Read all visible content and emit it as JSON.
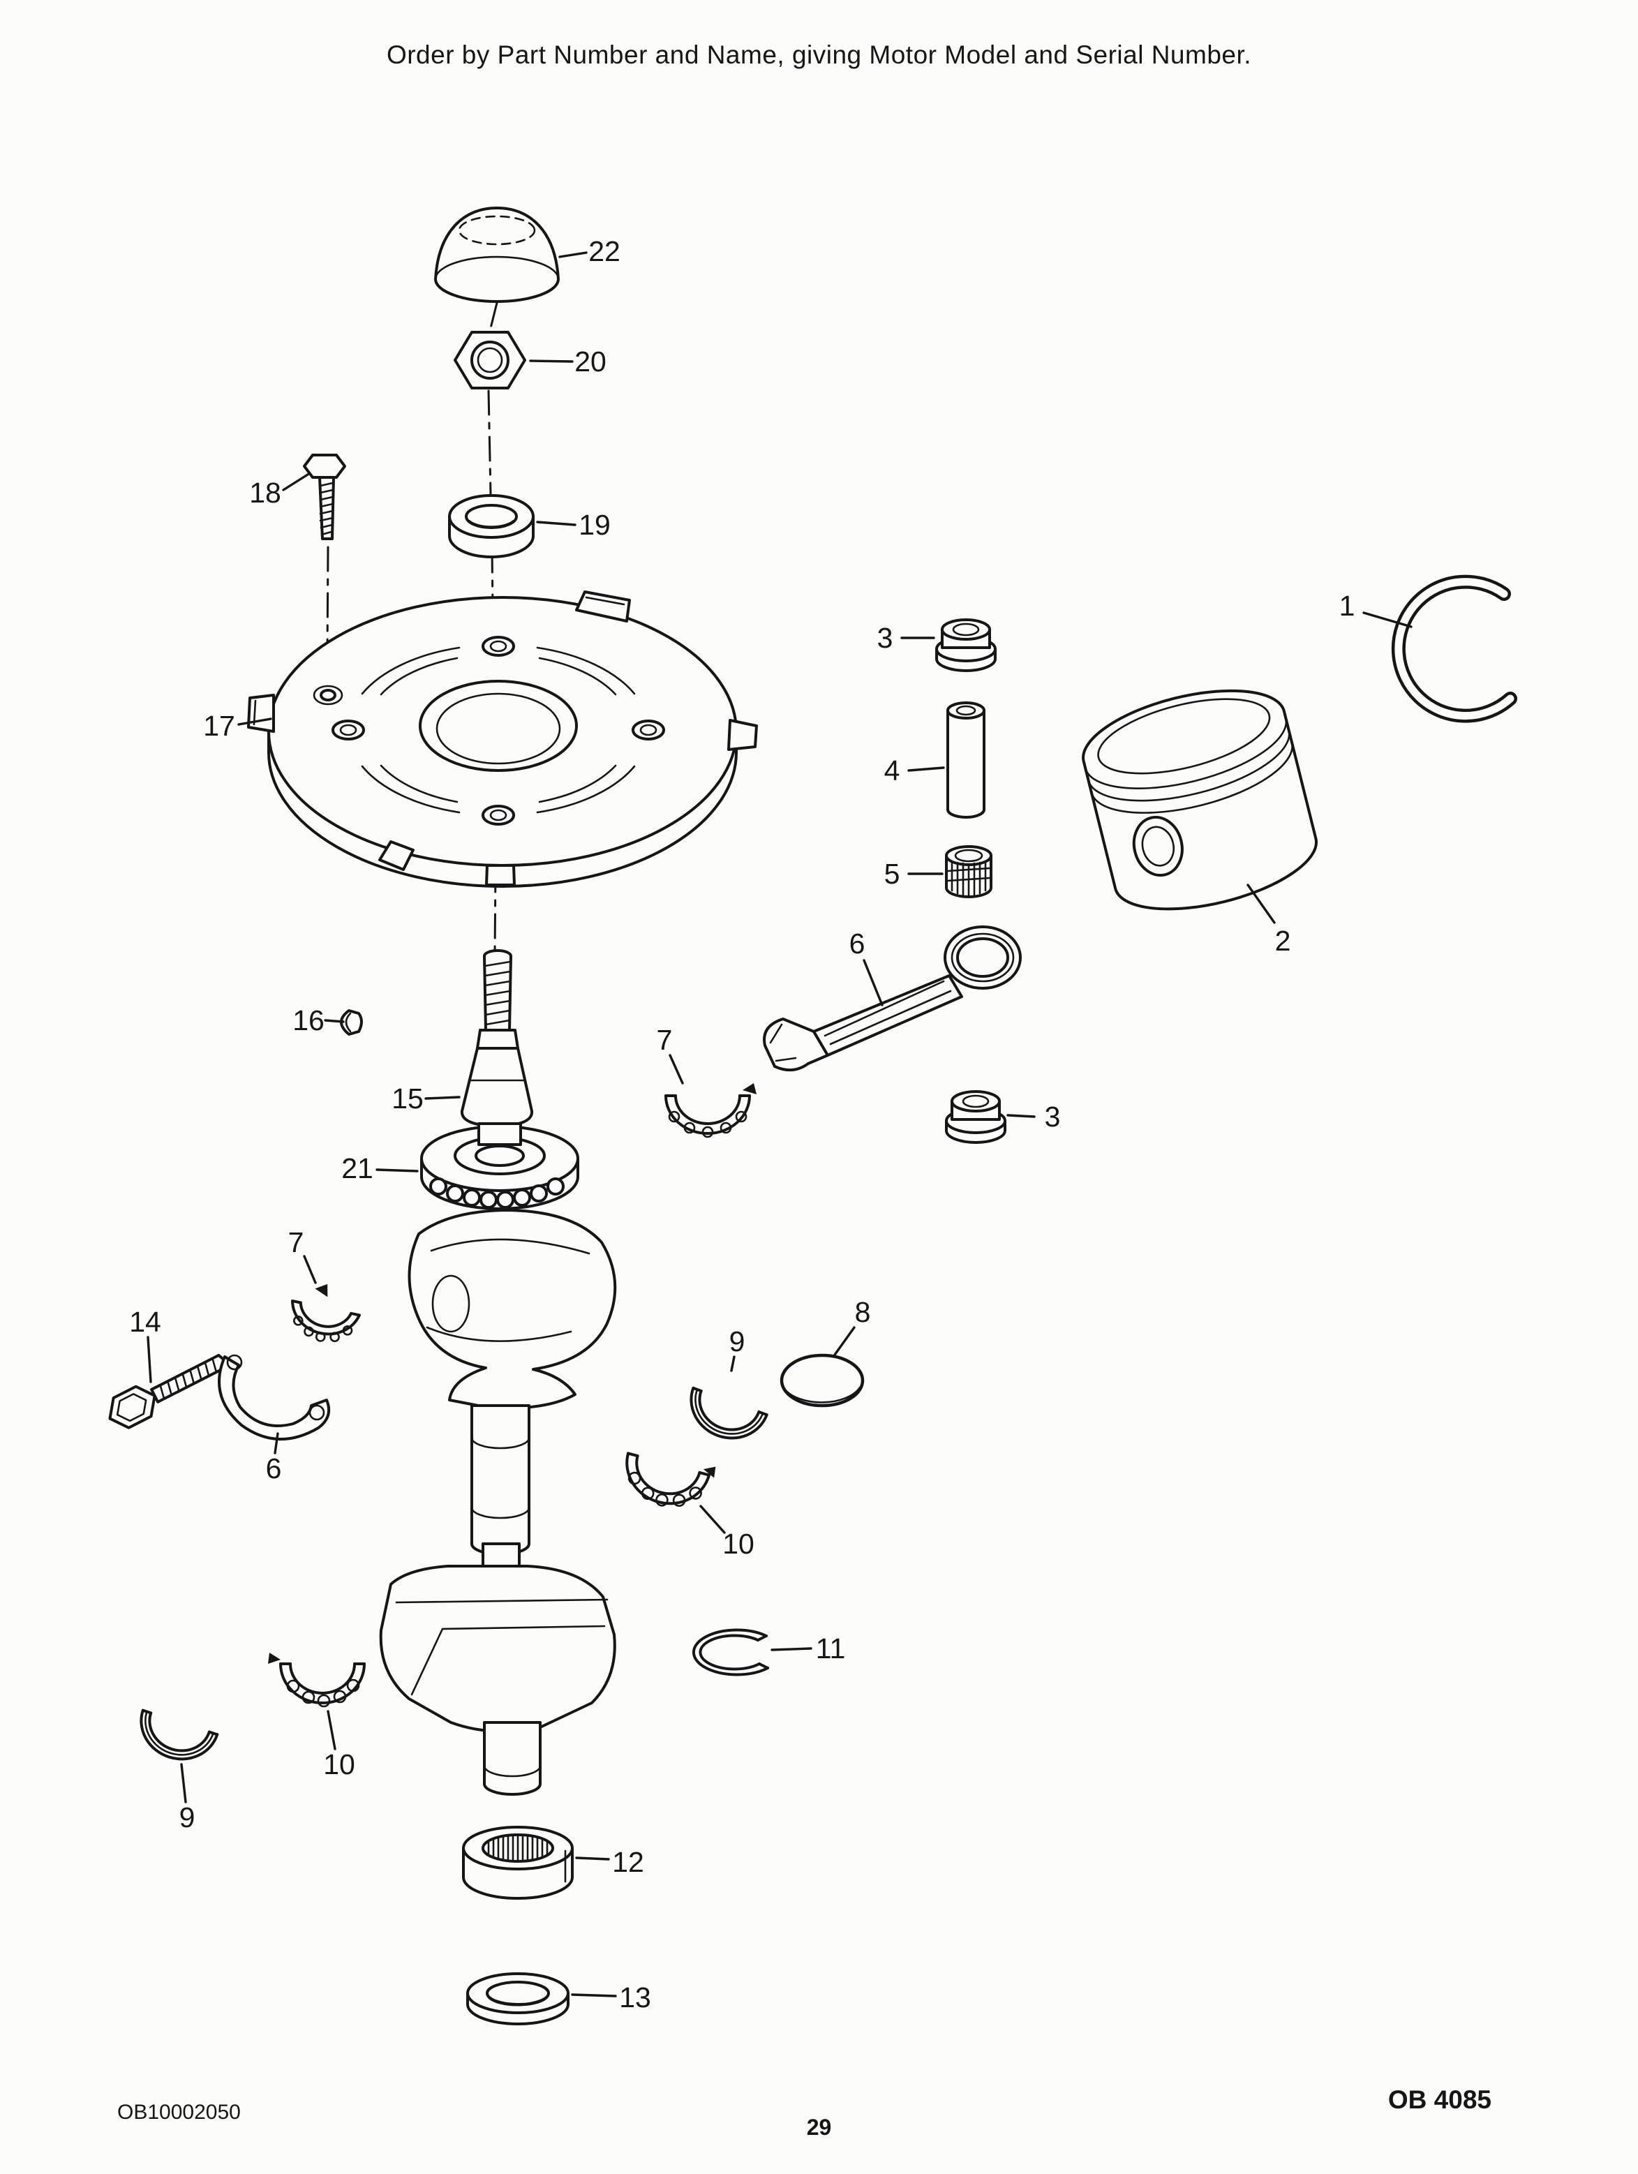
{
  "page": {
    "header": "Order by Part Number and Name, giving Motor Model and Serial Number.",
    "footer": {
      "doc_code": "OB10002050",
      "page_number": "29",
      "figure_code": "OB 4085"
    }
  },
  "colors": {
    "ink": "#161616",
    "paper": "#fcfcfa"
  },
  "diagram": {
    "callouts": [
      {
        "n": "22",
        "label": [
          866,
          360
        ],
        "leader": [
          840,
          362,
          802,
          368
        ]
      },
      {
        "n": "20",
        "label": [
          846,
          518
        ],
        "leader": [
          820,
          518,
          760,
          517
        ]
      },
      {
        "n": "18",
        "label": [
          380,
          706
        ],
        "leader": [
          406,
          702,
          444,
          678
        ]
      },
      {
        "n": "19",
        "label": [
          852,
          752
        ],
        "leader": [
          824,
          752,
          770,
          748
        ]
      },
      {
        "n": "17",
        "label": [
          314,
          1040
        ],
        "leader": [
          342,
          1038,
          388,
          1030
        ]
      },
      {
        "n": "1",
        "label": [
          1930,
          868
        ],
        "leader": [
          1954,
          878,
          2022,
          898
        ]
      },
      {
        "n": "3",
        "label": [
          1268,
          914
        ],
        "leader": [
          1292,
          914,
          1338,
          914
        ]
      },
      {
        "n": "4",
        "label": [
          1278,
          1104
        ],
        "leader": [
          1302,
          1104,
          1352,
          1100
        ]
      },
      {
        "n": "5",
        "label": [
          1278,
          1252
        ],
        "leader": [
          1302,
          1252,
          1350,
          1252
        ]
      },
      {
        "n": "2",
        "label": [
          1838,
          1348
        ],
        "leader": [
          1826,
          1322,
          1788,
          1268
        ]
      },
      {
        "n": "6",
        "label": [
          1228,
          1352
        ],
        "leader": [
          1238,
          1376,
          1264,
          1440
        ]
      },
      {
        "n": "3",
        "label": [
          1508,
          1600
        ],
        "leader": [
          1482,
          1600,
          1444,
          1598
        ]
      },
      {
        "n": "7",
        "label": [
          952,
          1490
        ],
        "leader": [
          960,
          1512,
          978,
          1552
        ]
      },
      {
        "n": "16",
        "label": [
          442,
          1462
        ],
        "leader": [
          466,
          1462,
          492,
          1464
        ]
      },
      {
        "n": "15",
        "label": [
          584,
          1574
        ],
        "leader": [
          610,
          1574,
          658,
          1572
        ]
      },
      {
        "n": "21",
        "label": [
          512,
          1674
        ],
        "leader": [
          540,
          1676,
          598,
          1678
        ]
      },
      {
        "n": "7",
        "label": [
          424,
          1780
        ],
        "leader": [
          436,
          1800,
          452,
          1838
        ]
      },
      {
        "n": "14",
        "label": [
          208,
          1894
        ],
        "leader": [
          212,
          1916,
          216,
          1980
        ]
      },
      {
        "n": "6",
        "label": [
          392,
          2104
        ],
        "leader": [
          394,
          2082,
          398,
          2054
        ]
      },
      {
        "n": "9",
        "label": [
          1056,
          1922
        ],
        "leader": [
          1052,
          1944,
          1048,
          1964
        ]
      },
      {
        "n": "8",
        "label": [
          1236,
          1880
        ],
        "leader": [
          1224,
          1902,
          1194,
          1944
        ]
      },
      {
        "n": "10",
        "label": [
          1058,
          2212
        ],
        "leader": [
          1038,
          2196,
          1004,
          2158
        ]
      },
      {
        "n": "11",
        "label": [
          1190,
          2362
        ],
        "leader": [
          1162,
          2362,
          1106,
          2364
        ]
      },
      {
        "n": "10",
        "label": [
          486,
          2528
        ],
        "leader": [
          480,
          2506,
          470,
          2452
        ]
      },
      {
        "n": "9",
        "label": [
          268,
          2604
        ],
        "leader": [
          266,
          2582,
          260,
          2528
        ]
      },
      {
        "n": "12",
        "label": [
          900,
          2668
        ],
        "leader": [
          872,
          2664,
          826,
          2662
        ]
      },
      {
        "n": "13",
        "label": [
          910,
          2862
        ],
        "leader": [
          882,
          2860,
          820,
          2858
        ]
      }
    ]
  }
}
